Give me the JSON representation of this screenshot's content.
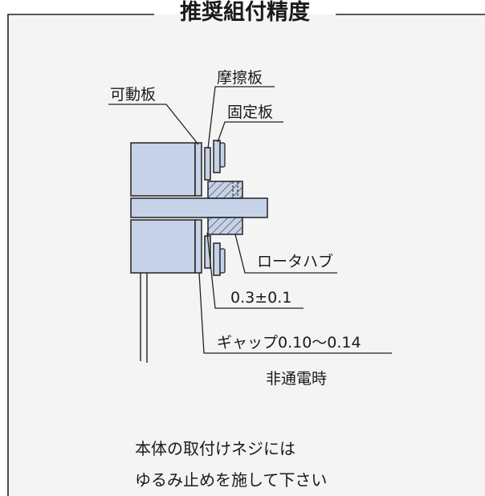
{
  "title": "推奨組付精度",
  "labels": {
    "friction_plate": "摩擦板",
    "movable_plate": "可動板",
    "fixed_plate": "固定板",
    "rotor_hub": "ロータハブ",
    "tolerance": "0.3±0.1",
    "gap": "ギャップ0.10〜0.14",
    "non_energized": "非通電時"
  },
  "note": {
    "line1": "本体の取付けネジには",
    "line2": "ゆるみ止めを施して下さい"
  },
  "colors": {
    "frame_line": "#222222",
    "panel_background": "#f4f4f4",
    "part_fill": "#c5d2e8",
    "hatch": "#444444",
    "line": "#222222"
  }
}
